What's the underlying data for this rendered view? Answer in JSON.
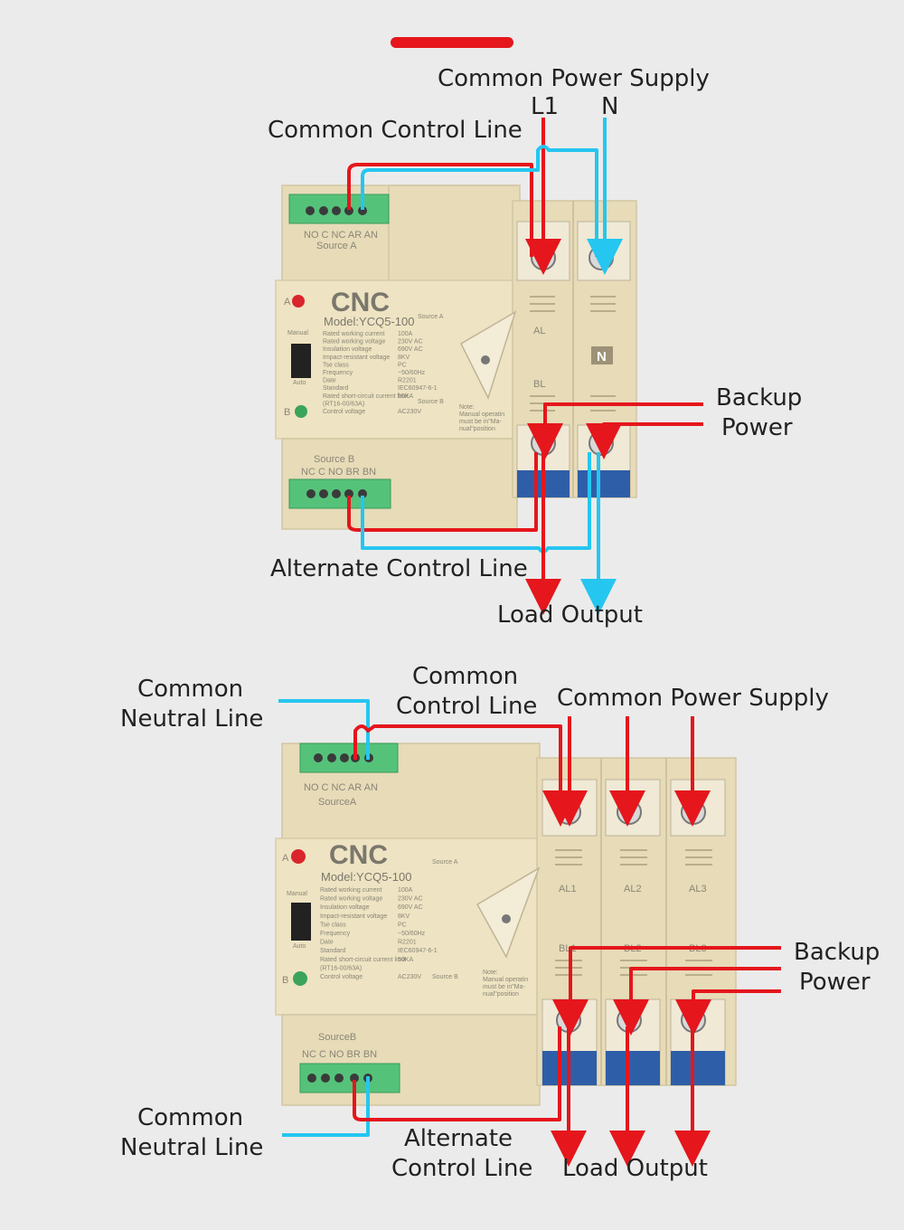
{
  "labels": {
    "top_common_power_supply": "Common Power Supply",
    "top_l1": "L1",
    "top_n": "N",
    "top_common_control_line": "Common Control Line",
    "top_backup_1": "Backup",
    "top_backup_2": "Power",
    "top_alternate_control_line": "Alternate Control Line",
    "top_load_output": "Load Output",
    "bot_common_neutral_1a": "Common",
    "bot_common_neutral_1b": "Neutral Line",
    "bot_common_control_a": "Common",
    "bot_common_control_b": "Control Line",
    "bot_common_power_supply": "Common Power Supply",
    "bot_backup_1": "Backup",
    "bot_backup_2": "Power",
    "bot_common_neutral_2a": "Common",
    "bot_common_neutral_2b": "Neutral Line",
    "bot_alternate_a": "Alternate",
    "bot_alternate_b": "Control Line",
    "bot_load_output": "Load Output"
  },
  "device": {
    "brand": "CNC",
    "model": "Model:YCQ5-100",
    "terminals_a": "NO C NC AR AN",
    "source_a_top": "Source A",
    "source_a_bot": "SourceA",
    "terminals_b": "NC C NO BR BN",
    "source_b_top": "Source B",
    "source_b_bot": "SourceB",
    "knob_source_a": "Source A",
    "knob_source_b": "Source B",
    "indicator_a": "A",
    "indicator_b": "B",
    "manual": "Manual",
    "auto": "Auto",
    "spec_lines": [
      "Rated working current",
      "Rated working voltage",
      "Insulation voltage",
      "Impact-resistant voltage",
      "Tse class",
      "Frequency",
      "Date",
      "Standard",
      "Rated short-circuit current limit",
      "(RT16-00/63A)",
      "Control voltage"
    ],
    "spec_values": [
      "100A",
      "230V AC",
      "690V AC",
      "8KV",
      "PC",
      "~50/60Hz",
      "R2201",
      "IEC60947-6-1",
      "50KA",
      "",
      "AC230V"
    ],
    "note": "Note:",
    "note_line_1": "Manual operatin",
    "note_line_2": "must be in\"Ma-",
    "note_line_3": "nual\"position",
    "pole_al": "AL",
    "pole_bl": "BL",
    "pole_n": "N",
    "pole_al1": "AL1",
    "pole_al2": "AL2",
    "pole_al3": "AL3",
    "pole_bl1": "BL1",
    "pole_bl2": "BL2",
    "pole_bl3": "BL3"
  },
  "colors": {
    "live_wire": "#e5161c",
    "neutral_wire": "#25c6f0",
    "header_bar": "#e5161c"
  }
}
